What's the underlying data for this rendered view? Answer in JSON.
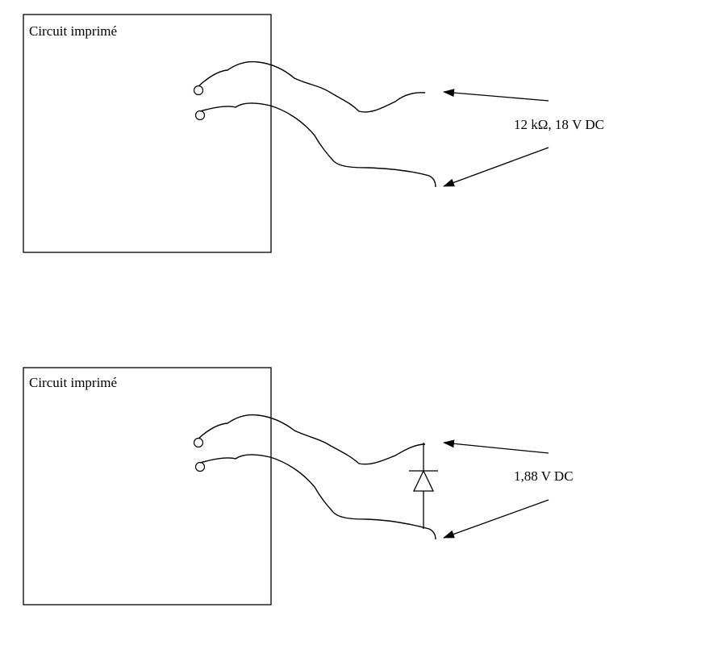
{
  "diagram": {
    "top": {
      "board_label": "Circuit imprimé",
      "measurement": "12 kΩ,    18 V DC"
    },
    "bottom": {
      "board_label": "Circuit imprimé",
      "measurement": "1,88 V DC"
    },
    "stroke_color": "#000000",
    "background": "#ffffff"
  }
}
